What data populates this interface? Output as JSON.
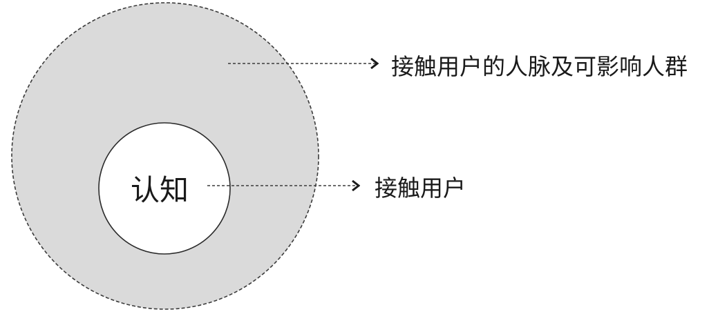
{
  "diagram": {
    "inner_label": "认知",
    "outer_callout": "接触用户的人脉及可影响人群",
    "inner_callout": "接触用户"
  },
  "colors": {
    "outer_fill": "#dadada",
    "inner_fill": "#ffffff",
    "stroke": "#3a3a3a",
    "text": "#1a1a1a"
  }
}
